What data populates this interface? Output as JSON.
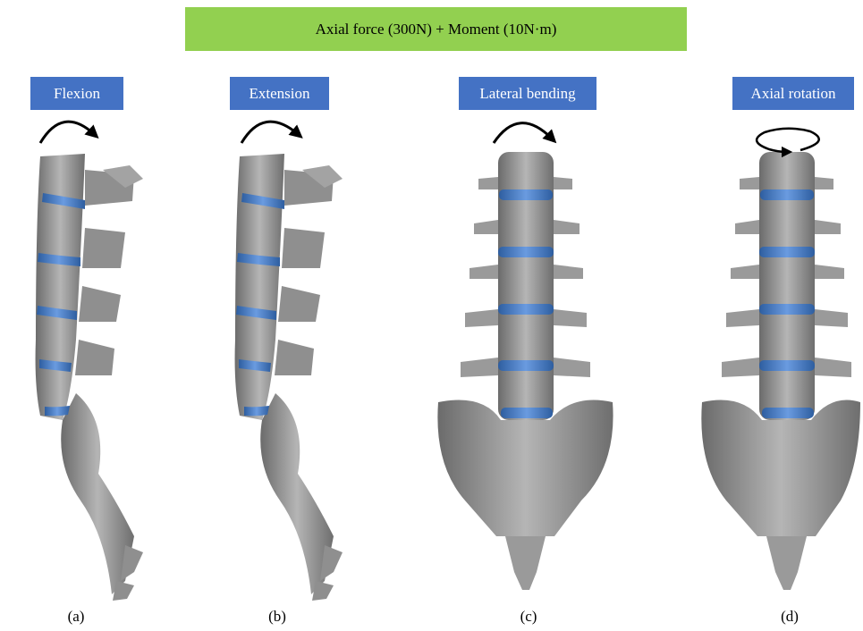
{
  "banner": "Axial force (300N) + Moment (10N·m)",
  "panels": [
    {
      "label": "Flexion",
      "caption": "(a)",
      "view": "lateral",
      "arrow": "curved-clockwise-arrow"
    },
    {
      "label": "Extension",
      "caption": "(b)",
      "view": "lateral",
      "arrow": "curved-clockwise-arrow"
    },
    {
      "label": "Lateral bending",
      "caption": "(c)",
      "view": "posterior",
      "arrow": "curved-clockwise-arrow"
    },
    {
      "label": "Axial rotation",
      "caption": "(d)",
      "view": "posterior",
      "arrow": "circular-rotation-arrow"
    }
  ],
  "colors": {
    "banner": "#92d050",
    "label": "#4472c4",
    "bone": "#8c8c8c",
    "disc": "#4a7fc1",
    "endplate": "#c89a6a"
  }
}
